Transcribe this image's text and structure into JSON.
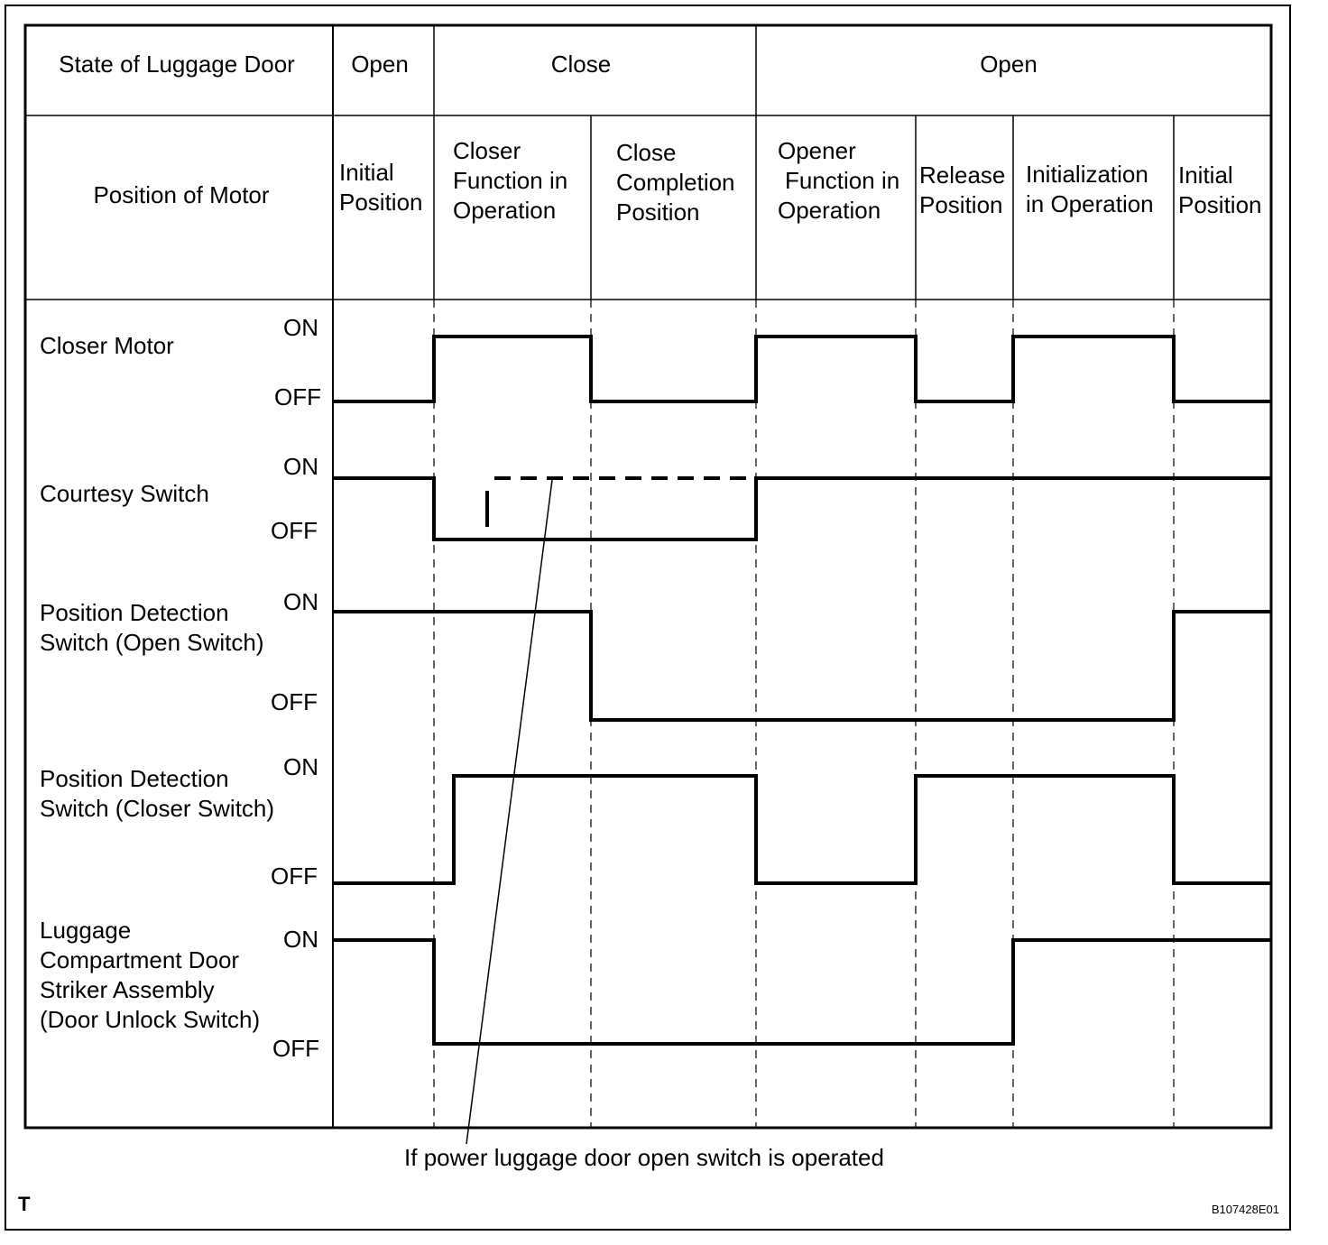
{
  "header": {
    "row1_label": "State of Luggage Door",
    "row2_label": "Position of Motor",
    "door_states": [
      {
        "label": "Open",
        "col_start": 0,
        "col_end": 1
      },
      {
        "label": "Close",
        "col_start": 1,
        "col_end": 3
      },
      {
        "label": "Open",
        "col_start": 3,
        "col_end": 7
      }
    ],
    "motor_positions": [
      [
        "Initial",
        "Position"
      ],
      [
        "Closer",
        "Function in",
        "Operation"
      ],
      [
        "Close",
        "Completion",
        "Position"
      ],
      [
        "Opener",
        "Function in",
        "Operation"
      ],
      [
        "Release",
        "Position"
      ],
      [
        "Initialization",
        "in Operation"
      ],
      [
        "Initial",
        "Position"
      ]
    ]
  },
  "signals": [
    {
      "name_lines": [
        "Closer Motor"
      ],
      "on_label": "ON",
      "off_label": "OFF",
      "states": [
        0,
        1,
        0,
        1,
        0,
        1,
        0
      ]
    },
    {
      "name_lines": [
        "Courtesy Switch"
      ],
      "on_label": "ON",
      "off_label": "OFF",
      "states": [
        1,
        0,
        0,
        1,
        1,
        1,
        1
      ],
      "alt_dashed_note": "If power luggage door open switch is operated"
    },
    {
      "name_lines": [
        "Position Detection",
        "Switch (Open Switch)"
      ],
      "on_label": "ON",
      "off_label": "OFF",
      "states": [
        1,
        1,
        0,
        0,
        0,
        0,
        1
      ]
    },
    {
      "name_lines": [
        "Position Detection",
        "Switch (Closer Switch)"
      ],
      "on_label": "ON",
      "off_label": "OFF",
      "states": [
        0,
        1,
        1,
        0,
        1,
        1,
        0
      ]
    },
    {
      "name_lines": [
        "Luggage",
        "Compartment Door",
        "Striker Assembly",
        "(Door Unlock Switch)"
      ],
      "on_label": "ON",
      "off_label": "OFF",
      "states": [
        1,
        0,
        0,
        0,
        0,
        1,
        1
      ]
    }
  ],
  "annotation": "If power luggage door open switch is operated",
  "corner_mark": "T",
  "figure_code": "B107428E01"
}
